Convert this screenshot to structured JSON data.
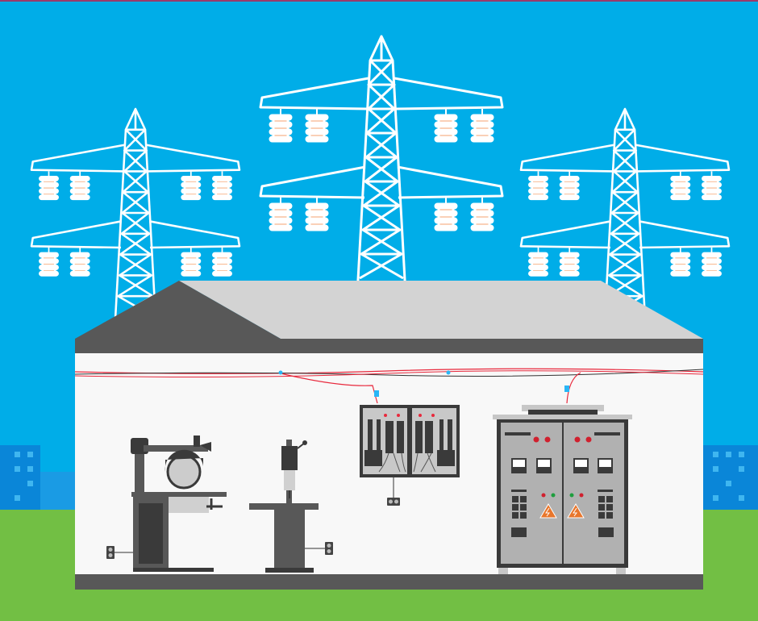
{
  "scene": {
    "colors": {
      "sky": "#00ADE8",
      "grass": "#72BF44",
      "wall": "#F8F8F8",
      "roof_light": "#D3D3D3",
      "roof_dark": "#585858",
      "tower": "#FFFFFF",
      "insulator_accent": "#F5A26F",
      "wire_red": "#E8283C",
      "panel_gray": "#B1B1B1",
      "buildings": "#0A86D8",
      "warning": "#E8762C"
    },
    "icons": [
      "power-tower",
      "insulator",
      "radial-arm-saw",
      "drill-press",
      "electrical-panel",
      "switchgear-cabinet",
      "voltmeter",
      "warning-high-voltage",
      "power-socket"
    ]
  }
}
